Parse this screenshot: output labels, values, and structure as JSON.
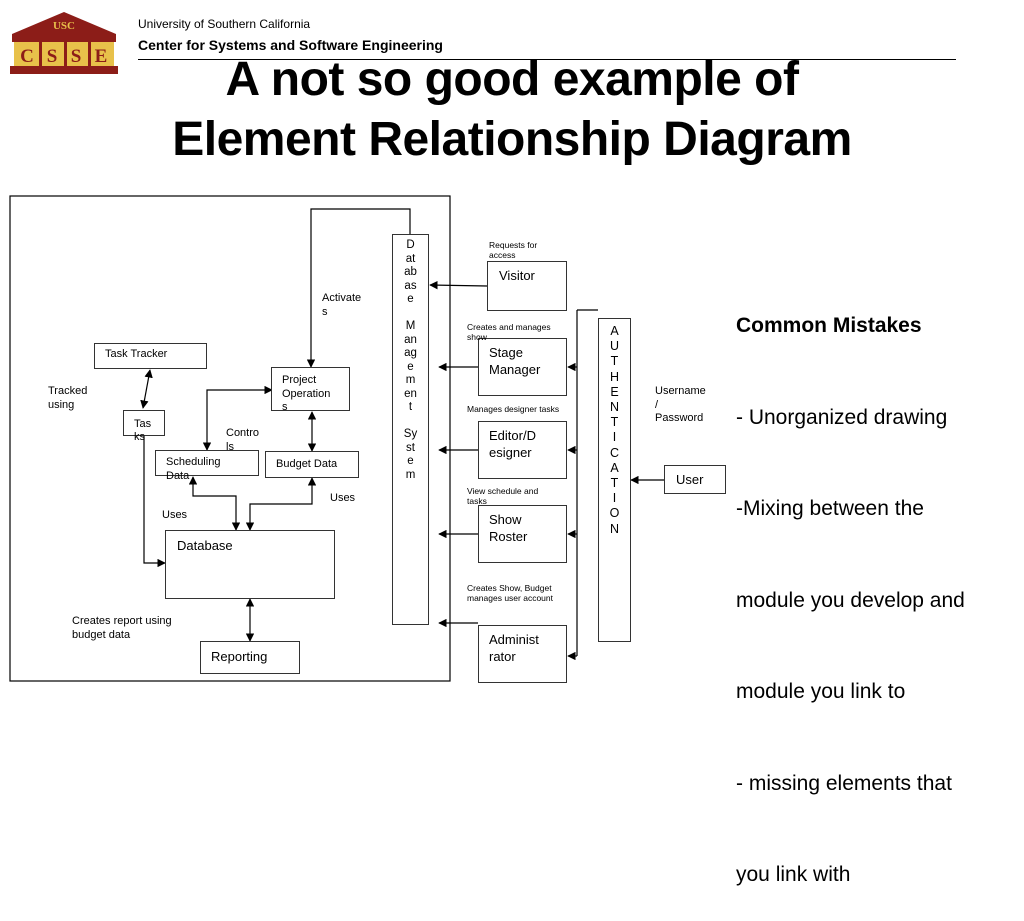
{
  "logo": {
    "badge": "USC",
    "letters": [
      "C",
      "S",
      "S",
      "E"
    ],
    "colors": {
      "cardinal": "#8c1d18",
      "gold": "#e8c14a"
    }
  },
  "header": {
    "university": "University of Southern California",
    "center": "Center for Systems and Software Engineering"
  },
  "title": {
    "line1": "A not so good example of",
    "line2": "Element Relationship Diagram"
  },
  "diagram": {
    "boxes": {
      "task_tracker": "Task Tracker",
      "tasks": "Tas\nks",
      "project_operations": "Project\nOperation\ns",
      "scheduling_data": "Scheduling\nData",
      "budget_data": "Budget Data",
      "database": "Database",
      "reporting": "Reporting",
      "dbms": "D\nat\nab\nas\ne\n\nM\nan\nag\ne\nm\nen\nt\n\nSy\nst\ne\nm",
      "visitor": "Visitor",
      "stage_manager": "Stage\nManager",
      "editor_designer": "Editor/D\nesigner",
      "show_roster": "Show\nRoster",
      "administrator": "Administ\nrator",
      "authentication": "A\nU\nT\nH\nE\nN\nT\nI\nC\nA\nT\nI\nO\nN",
      "user": "User"
    },
    "labels": {
      "tracked_using": "Tracked\nusing",
      "activates": "Activate\ns",
      "controls": "Contro\nls",
      "uses_left": "Uses",
      "uses_right": "Uses",
      "creates_report": "Creates report using\nbudget data",
      "requests_access": "Requests for\naccess",
      "creates_manages_show": "Creates and manages\nshow",
      "manages_designer_tasks": "Manages designer tasks",
      "view_schedule": "View schedule and\ntasks",
      "creates_show_budget": "Creates Show, Budget\nmanages user account",
      "username_password": "Username\n/\nPassword"
    }
  },
  "mistakes": {
    "heading": "Common Mistakes",
    "items": [
      "- Unorganized drawing",
      "-Mixing between the",
      "module you develop and",
      "module you link to",
      "- missing elements that",
      "you link with"
    ]
  }
}
